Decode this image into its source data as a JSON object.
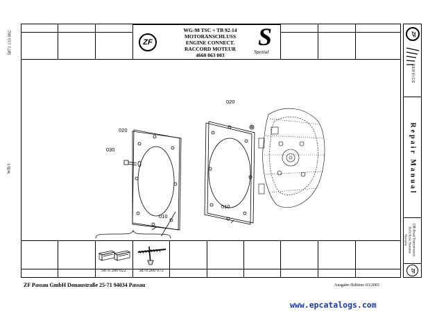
{
  "left_margin": {
    "code": "5871 133 002",
    "label": "WB/1"
  },
  "title_block": {
    "logo": "ZF",
    "lines": [
      "WG-98 TSC + TB 92-14",
      "MOTORANSCHLUSS",
      "ENGINE CONNECT.",
      "RACCORD MOTEUR",
      "4660 063 003"
    ],
    "badge_letter": "S",
    "badge_word": "Spezial"
  },
  "callouts": {
    "c020_left": "020",
    "c030": "030",
    "c020_top": "020",
    "c010_right": "010",
    "c010_bottom": "010"
  },
  "tools": [
    {
      "part_number": "5870 200 022",
      "icon": "gauge-blocks-icon"
    },
    {
      "part_number": "5870 200 072",
      "icon": "tool-handle-icon"
    }
  ],
  "sidebar": {
    "logo": "ZF",
    "service_word": "SERVICE",
    "manual_title": "Repair Manual",
    "product_text_1": "Off-Road Transmission",
    "product_text_2": "Axle/Axle Systems",
    "product_text_3": "Systems",
    "bottom_logo": "ZF"
  },
  "footer": {
    "company": "ZF  Passau GmbH Donaustraße 25-71  94034 Passau",
    "edition": "Ausgabe:/Edition: 03/2003"
  },
  "watermark": "www.epcatalogs.com",
  "colors": {
    "watermark": "#1a3a9a",
    "line": "#000000"
  }
}
